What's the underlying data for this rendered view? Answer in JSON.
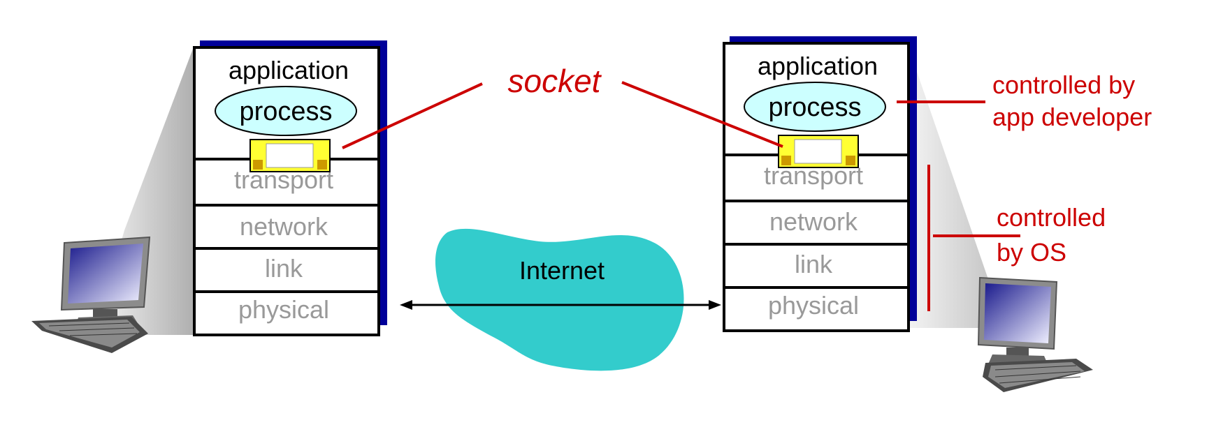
{
  "colors": {
    "annotation": "#cc0000",
    "internet_cloud": "#33cccc",
    "process_fill": "#ccffff",
    "socket_fill": "#ffff33",
    "stack_shadow": "#000099",
    "layer_text": "#999999"
  },
  "socket_label": "socket",
  "left_host": {
    "icon": "desktop-computer-icon",
    "application": "application",
    "process": "process",
    "layers": [
      "transport",
      "network",
      "link",
      "physical"
    ]
  },
  "right_host": {
    "icon": "desktop-computer-icon",
    "application": "application",
    "process": "process",
    "layers": [
      "transport",
      "network",
      "link",
      "physical"
    ]
  },
  "internet": {
    "label": "Internet"
  },
  "annotations": {
    "app_developer": [
      "controlled by",
      "app developer"
    ],
    "os": [
      "controlled",
      "by OS"
    ]
  }
}
